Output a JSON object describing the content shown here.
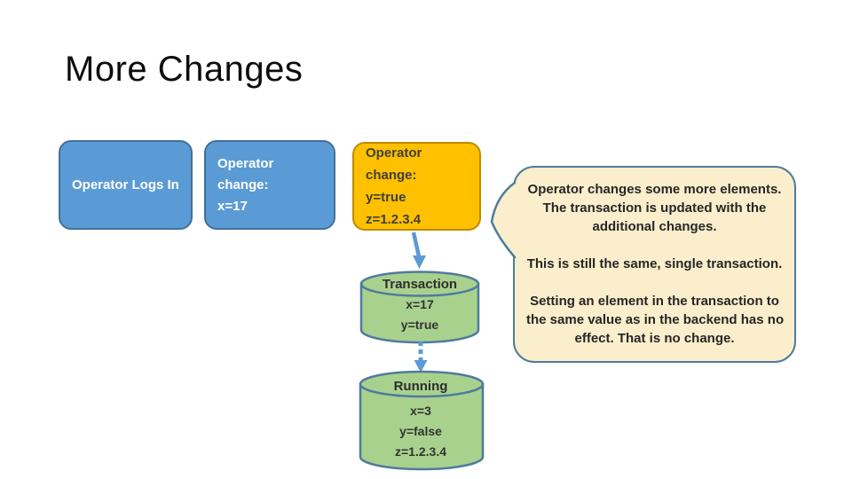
{
  "colors": {
    "title_color": "#0d0d0d",
    "blue_fill": "#5B9BD5",
    "blue_border": "#41719C",
    "orange_fill": "#FFC000",
    "orange_border": "#BC8C00",
    "green_fill": "#A9D18E",
    "steel_border": "#4E7B9E",
    "cream_fill": "#FBEECC",
    "arrow_blue": "#5B9BD5",
    "dark_text": "#3F3F3F",
    "white_text": "#FFFFFF"
  },
  "slide": {
    "title": "More Changes",
    "flow_boxes": [
      {
        "lines": [
          "Operator Logs In"
        ]
      },
      {
        "lines": [
          "Operator change:",
          "x=17"
        ]
      },
      {
        "lines": [
          "Operator change:",
          "y=true",
          "z=1.2.3.4"
        ]
      }
    ],
    "callout": {
      "paragraphs": [
        {
          "lines": [
            "Operator changes some more elements.",
            "The transaction is updated with the",
            "additional changes."
          ]
        },
        {
          "lines": [
            "This is still the same, single transaction."
          ]
        },
        {
          "lines": [
            "Setting an element in the transaction to",
            "the same value as in the backend has no",
            "effect. That is no change."
          ]
        }
      ]
    },
    "cylinders": [
      {
        "title": "Transaction",
        "lines": [
          "x=17",
          "y=true"
        ]
      },
      {
        "title": "Running",
        "lines": [
          "x=3",
          "y=false",
          "z=1.2.3.4"
        ]
      }
    ]
  }
}
